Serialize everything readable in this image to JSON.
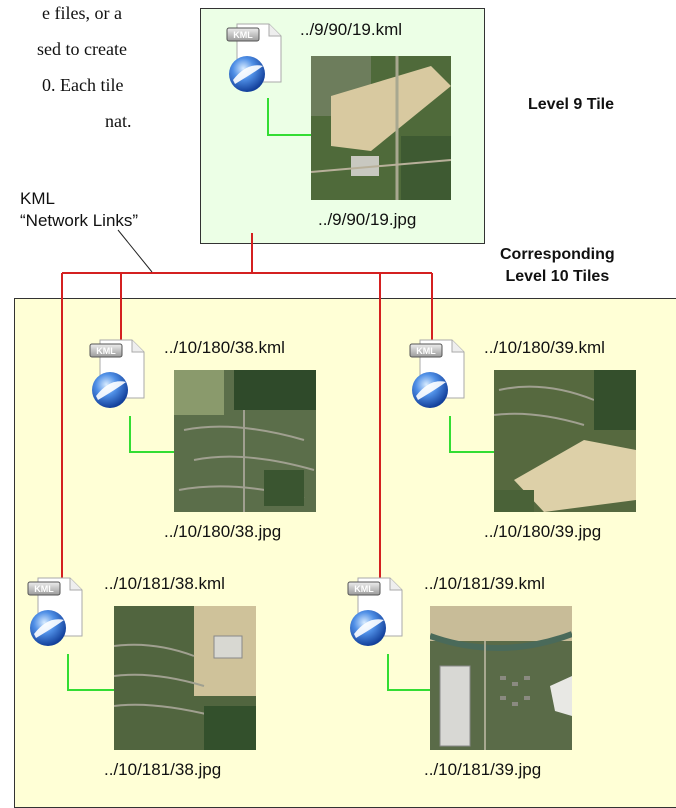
{
  "intro": {
    "lines": [
      "e files, or a",
      "sed to create",
      "0.  Each tile",
      "nat."
    ]
  },
  "network_links_label": [
    "KML",
    "“Network Links”"
  ],
  "level9": {
    "title": "Level 9 Tile",
    "kml": "../9/90/19.kml",
    "jpg": "../9/90/19.jpg"
  },
  "level10": {
    "title": [
      "Corresponding",
      "Level 10 Tiles"
    ],
    "tiles": [
      {
        "kml": "../10/180/38.kml",
        "jpg": "../10/180/38.jpg"
      },
      {
        "kml": "../10/180/39.kml",
        "jpg": "../10/180/39.jpg"
      },
      {
        "kml": "../10/181/38.kml",
        "jpg": "../10/181/38.jpg"
      },
      {
        "kml": "../10/181/39.kml",
        "jpg": "../10/181/39.jpg"
      }
    ]
  },
  "icon_text": "KML",
  "colors": {
    "link_red": "#d42020",
    "link_green": "#33dd33",
    "panel9": "#ecffe6",
    "panel10": "#ffffd6"
  }
}
